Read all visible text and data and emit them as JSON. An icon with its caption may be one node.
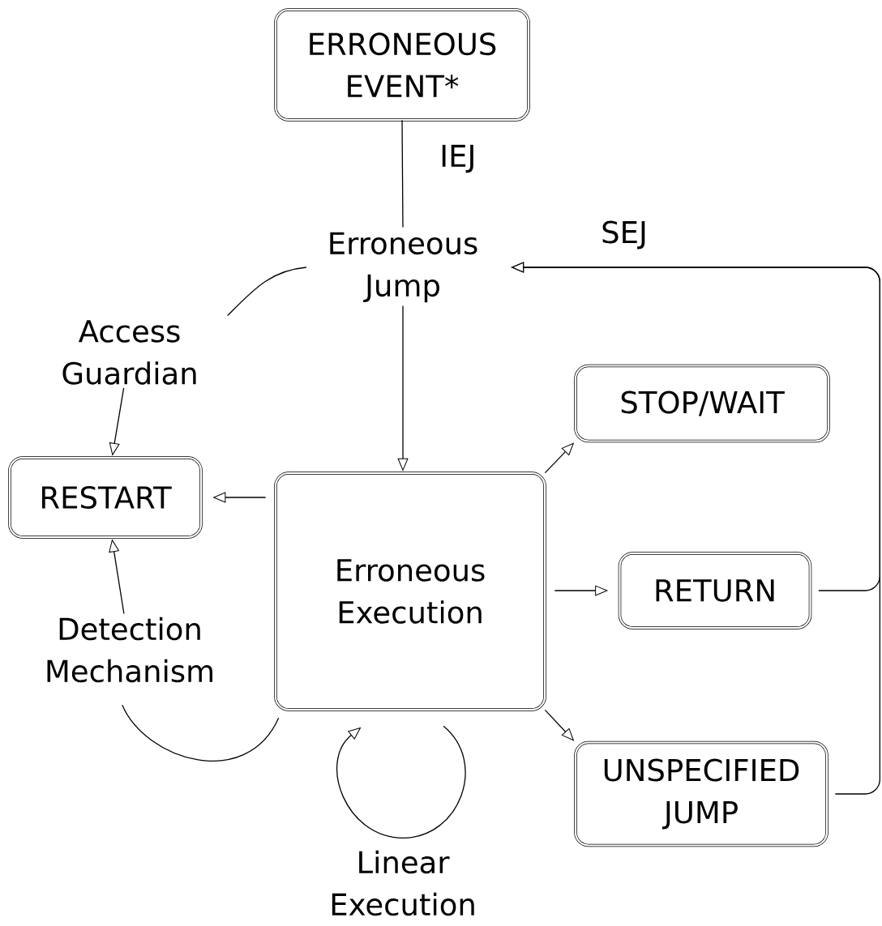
{
  "diagram": {
    "nodes": [
      {
        "text": [
          "ERRONEOUS EVENT*"
        ]
      },
      {
        "text": [
          "Erroneous Jump"
        ]
      },
      {
        "text": [
          "Access Guardian"
        ]
      },
      {
        "text": [
          "RESTART"
        ]
      },
      {
        "text": [
          "Erroneous Execution"
        ]
      },
      {
        "text": [
          "STOP/WAIT"
        ]
      },
      {
        "text": [
          "RETURN"
        ]
      },
      {
        "text": [
          "Detection Mechanism"
        ]
      },
      {
        "text": [
          "UNSPECIFIED JUMP"
        ]
      }
    ],
    "edges": [
      {
        "from": 0,
        "to": 1,
        "arrow": "none",
        "label": "IEJ"
      },
      {
        "from": 1,
        "to": 2,
        "arrow": "none"
      },
      {
        "from": 2,
        "to": 3,
        "arrow": "to"
      },
      {
        "from": 1,
        "to": 4,
        "arrow": "to"
      },
      {
        "from": 4,
        "to": 3,
        "arrow": "to"
      },
      {
        "from": 4,
        "to": 5,
        "arrow": "to"
      },
      {
        "from": 4,
        "to": 6,
        "arrow": "to"
      },
      {
        "from": 4,
        "to": 8,
        "arrow": "to"
      },
      {
        "from": 7,
        "to": 3,
        "arrow": "to"
      },
      {
        "from": 4,
        "to": 7,
        "arrow": "none"
      },
      {
        "from": 4,
        "to": 4,
        "arrow": "to",
        "label": "Linear Execution"
      },
      {
        "from": 6,
        "to": 1,
        "arrow": "to",
        "label": "SEJ"
      },
      {
        "from": 8,
        "to": 1,
        "arrow": "to"
      }
    ]
  }
}
